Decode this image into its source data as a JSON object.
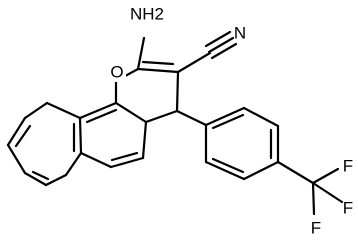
{
  "molecule": {
    "atom_labels": {
      "amino": "NH2",
      "ring_oxygen": "O",
      "nitrile_nitrogen": "N",
      "fluorine_1": "F",
      "fluorine_2": "F",
      "fluorine_3": "F"
    },
    "colors": {
      "bond": "#000000",
      "label": "#000000",
      "background": "#ffffff"
    }
  }
}
